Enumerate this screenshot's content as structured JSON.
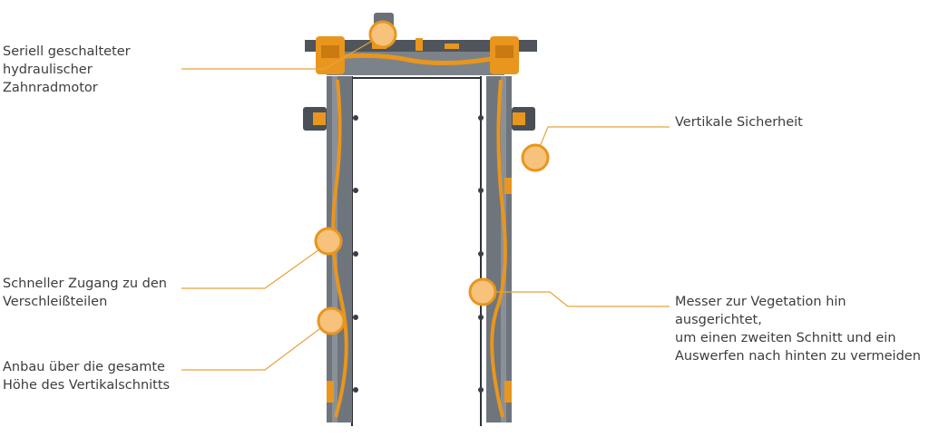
{
  "colors": {
    "accent_orange": "#e8961e",
    "marker_fill": "#f6c27c",
    "leader_line": "#e9a23a",
    "steel_dark": "#4a4f55",
    "steel_mid": "#6f757c",
    "steel_light": "#8a9098"
  },
  "callouts": [
    {
      "text": "Seriell geschalteter\nhydraulischer\nZahnradmotor"
    },
    {
      "text": "Vertikale Sicherheit"
    },
    {
      "text": "Schneller Zugang zu den\nVerschleißteilen"
    },
    {
      "text": "Messer zur Vegetation hin ausgerichtet,\num einen zweiten Schnitt und ein\nAuswerfen nach hinten zu vermeiden"
    },
    {
      "text": "Anbau über die gesamte\nHöhe des Vertikalschnitts"
    }
  ]
}
